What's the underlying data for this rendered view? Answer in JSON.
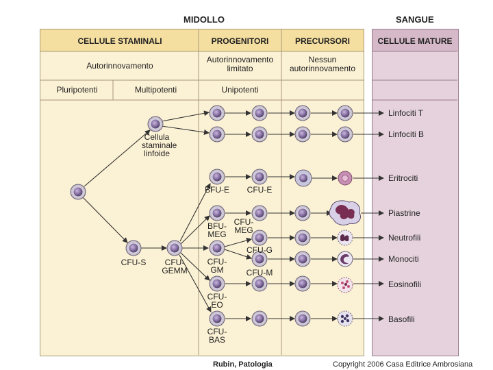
{
  "titles": {
    "marrow": "MIDOLLO",
    "blood": "SANGUE"
  },
  "columns": {
    "stem": "CELLULE STAMINALI",
    "progenitors": "PROGENITORI",
    "precursors": "PRECURSORI",
    "mature": "CELLULE MATURE"
  },
  "renewal": {
    "stem": "Autorinnovamento",
    "progenitors": [
      "Autorinnovamento",
      "limitato"
    ],
    "precursors": [
      "Nessun",
      "autorinnovamento"
    ]
  },
  "potency": {
    "pluri": "Pluripotenti",
    "multi": "Multipotenti",
    "uni": "Unipotenti"
  },
  "cells": {
    "lymphoid": [
      "Cellula",
      "staminale",
      "linfoide"
    ],
    "cfu_s": "CFU-S",
    "cfu_gemm": [
      "CFU-",
      "GEMM"
    ],
    "bfu_e": "BFU-E",
    "cfu_e": "CFU-E",
    "bfu_meg": [
      "BFU-",
      "MEG"
    ],
    "cfu_meg": [
      "CFU-",
      "MEG"
    ],
    "cfu_gm": [
      "CFU-",
      "GM"
    ],
    "cfu_g": "CFU-G",
    "cfu_m": "CFU-M",
    "cfu_eo": [
      "CFU-",
      "EO"
    ],
    "cfu_bas": [
      "CFU-",
      "BAS"
    ]
  },
  "mature_cells": [
    "Linfociti T",
    "Linfociti B",
    "Eritrociti",
    "Piastrine",
    "Neutrofili",
    "Monociti",
    "Eosinofili",
    "Basofili"
  ],
  "footer": {
    "source": "Rubin, Patologia",
    "copyright": "Copyright 2006 Casa Editrice Ambrosiana"
  },
  "colors": {
    "marrow_panel": "#fbf1d4",
    "marrow_header": "#f5dfa0",
    "blood_panel": "#e5d2dc",
    "blood_header": "#d6b9c8",
    "cell": "#8a73a6",
    "erythrocyte": "#c78fb4"
  }
}
